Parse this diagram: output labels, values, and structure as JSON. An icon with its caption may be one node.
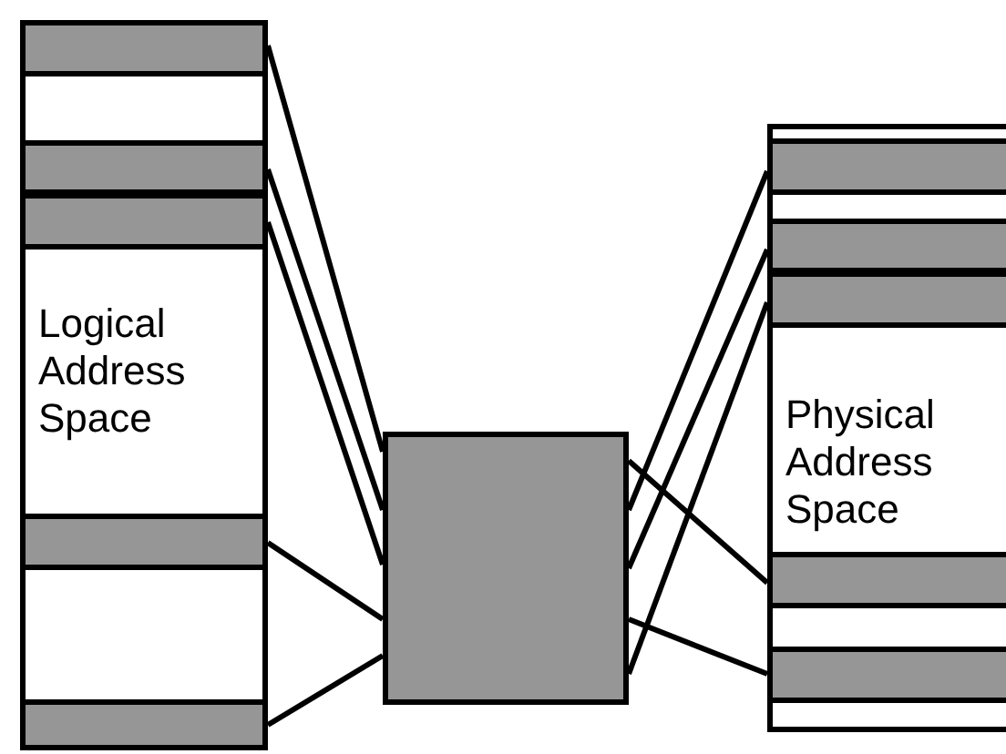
{
  "diagram": {
    "nodes": [
      {
        "text": [
          "Logical Address Space"
        ]
      },
      {
        "text": [],
        "shape": "bar",
        "in": 0
      },
      {
        "text": [],
        "shape": "bar",
        "in": 0
      },
      {
        "text": [],
        "shape": "bar",
        "in": 0
      },
      {
        "text": [],
        "shape": "bar",
        "in": 0
      },
      {
        "text": [],
        "shape": "bar",
        "in": 0
      },
      {
        "text": [],
        "shape": "box"
      },
      {
        "text": [
          "Physical Address Space"
        ]
      },
      {
        "text": [],
        "shape": "bar",
        "in": 7
      },
      {
        "text": [],
        "shape": "bar",
        "in": 7
      },
      {
        "text": [],
        "shape": "bar",
        "in": 7
      },
      {
        "text": [],
        "shape": "bar",
        "in": 7
      },
      {
        "text": [],
        "shape": "bar",
        "in": 7
      }
    ],
    "edges": [
      {
        "from": 1,
        "to": 6,
        "arrow": "none"
      },
      {
        "from": 2,
        "to": 6,
        "arrow": "none"
      },
      {
        "from": 3,
        "to": 6,
        "arrow": "none"
      },
      {
        "from": 4,
        "to": 6,
        "arrow": "none"
      },
      {
        "from": 5,
        "to": 6,
        "arrow": "none"
      },
      {
        "from": 6,
        "to": 8,
        "arrow": "none"
      },
      {
        "from": 6,
        "to": 9,
        "arrow": "none"
      },
      {
        "from": 6,
        "to": 10,
        "arrow": "none"
      },
      {
        "from": 6,
        "to": 11,
        "arrow": "none"
      },
      {
        "from": 6,
        "to": 12,
        "arrow": "none"
      }
    ]
  }
}
